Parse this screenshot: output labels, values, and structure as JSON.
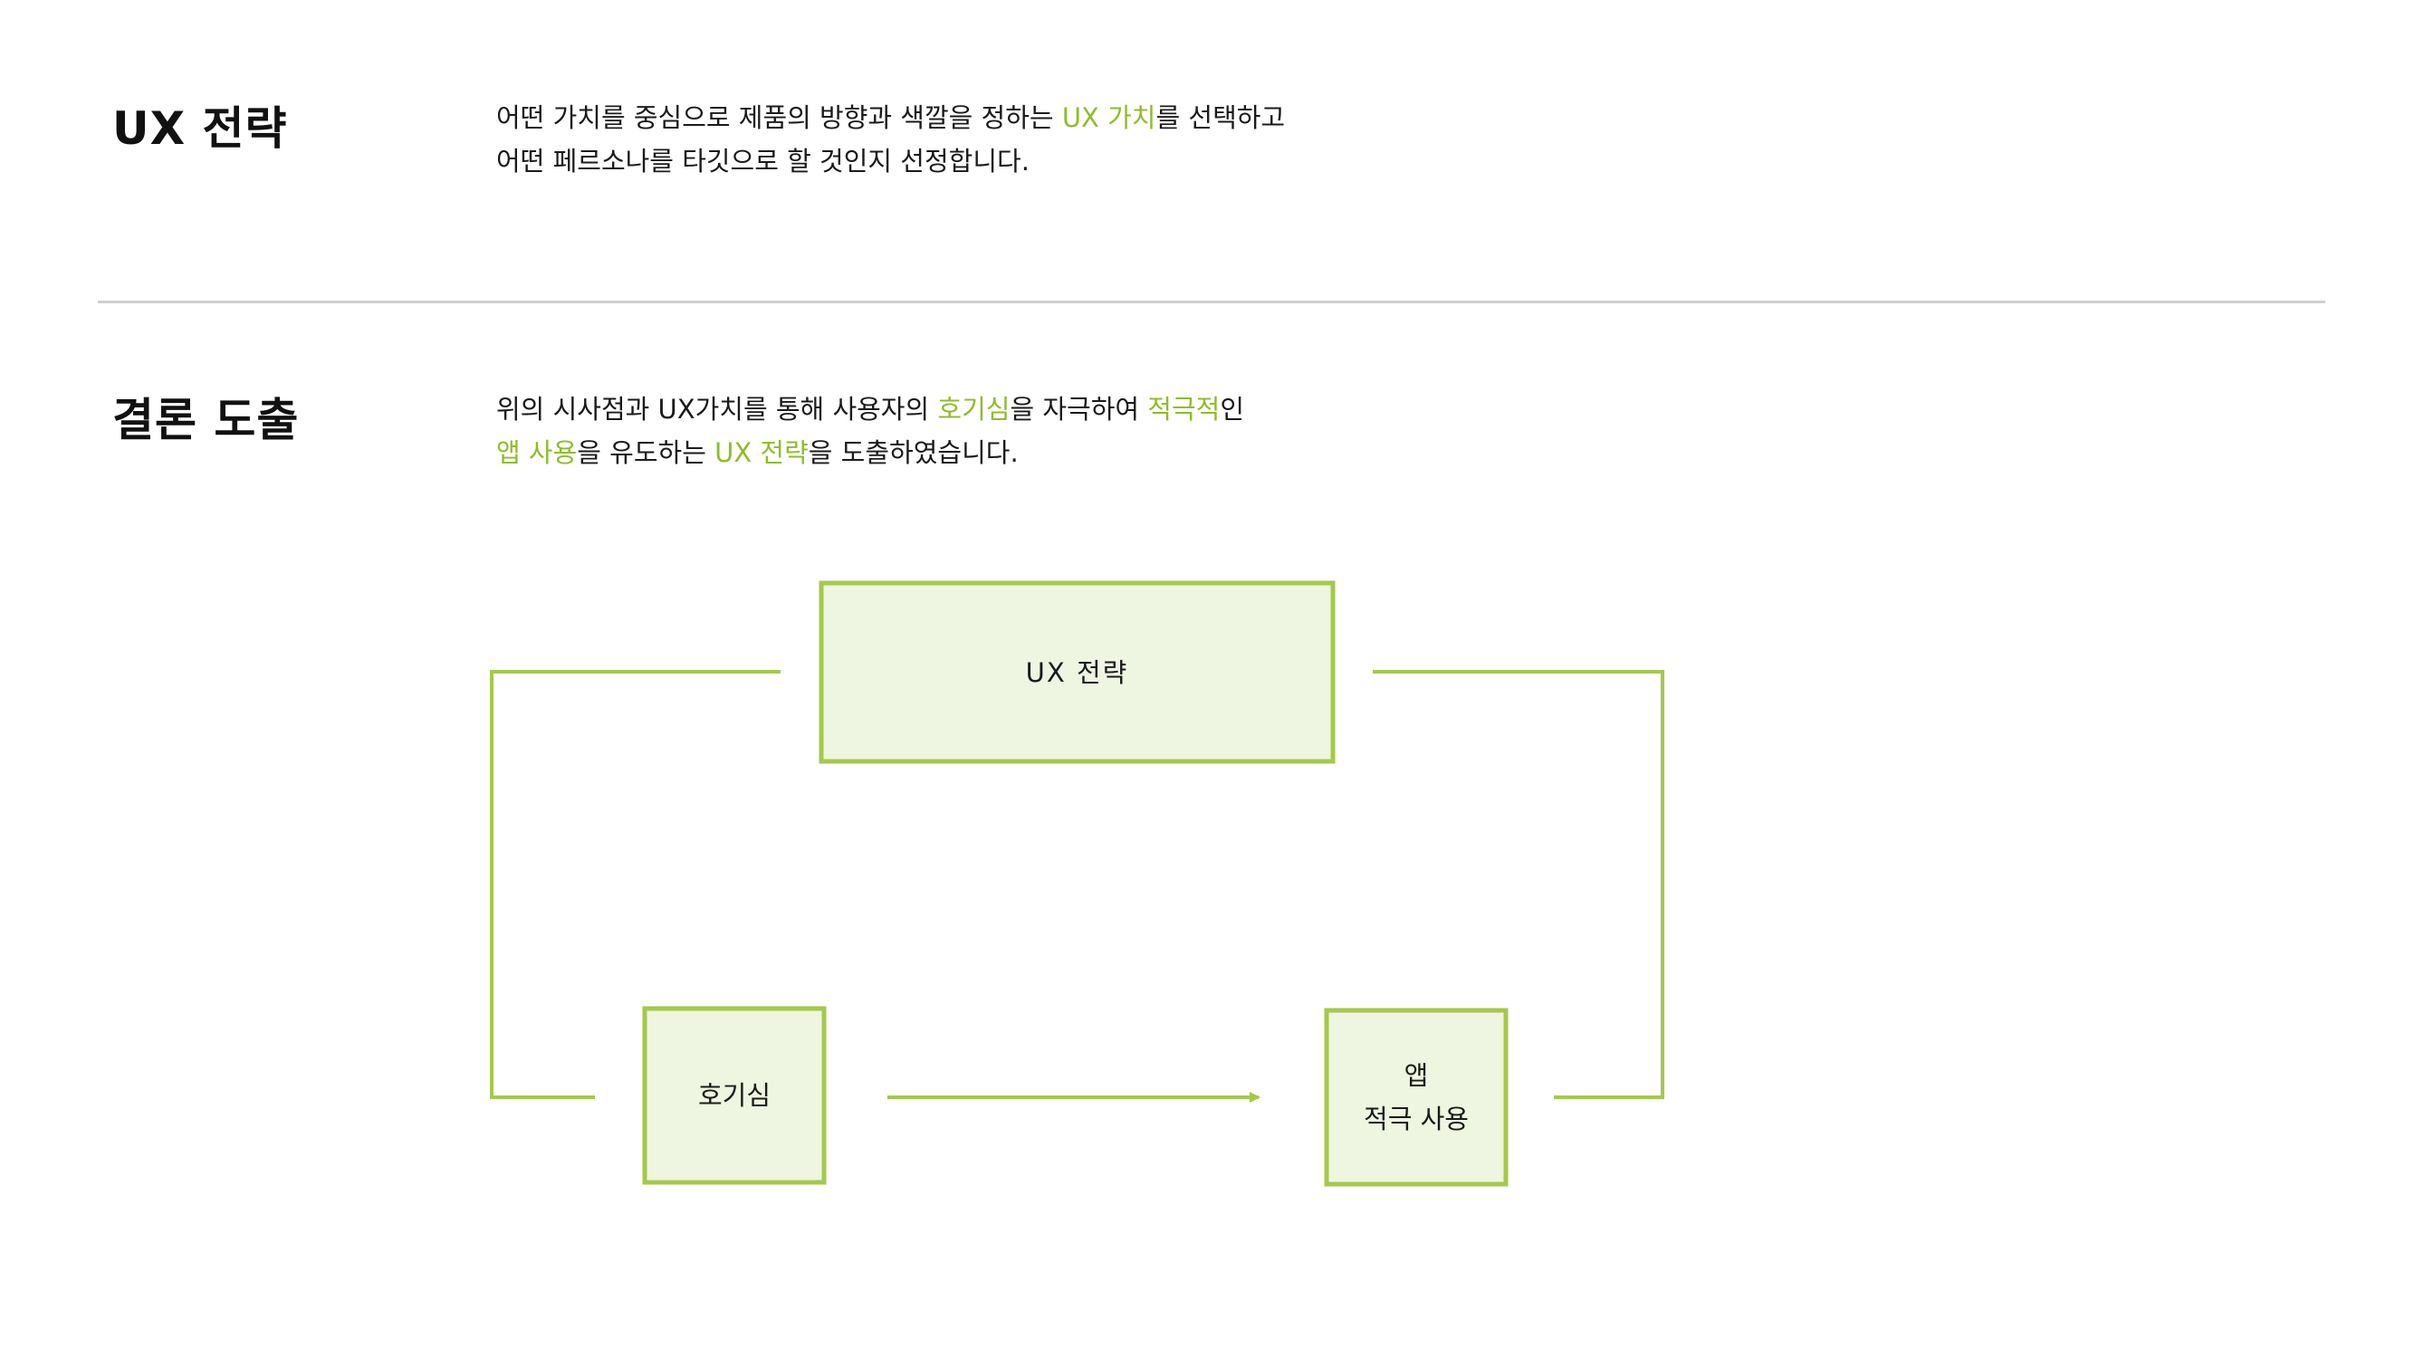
{
  "sections": [
    {
      "title": "UX 전략",
      "lines": [
        [
          {
            "text": "어떤 가치를 중심으로 제품의 방향과 색깔을 정하는 "
          },
          {
            "text": "UX 가치",
            "hl": true
          },
          {
            "text": "를 선택하고"
          }
        ],
        [
          {
            "text": "어떤 페르소나를 타깃으로 할 것인지 선정합니다."
          }
        ]
      ]
    },
    {
      "title": "결론 도출",
      "lines": [
        [
          {
            "text": "위의 시사점과 UX가치를 통해 사용자의 "
          },
          {
            "text": "호기심",
            "hl": true
          },
          {
            "text": "을 자극하여 "
          },
          {
            "text": "적극적",
            "hl": true
          },
          {
            "text": "인"
          }
        ],
        [
          {
            "text": "앱 사용",
            "hl": true
          },
          {
            "text": "을 유도하는 "
          },
          {
            "text": "UX 전략",
            "hl": true
          },
          {
            "text": "을 도출하였습니다."
          }
        ]
      ]
    }
  ],
  "diagram": {
    "nodes": {
      "ux_strategy": {
        "label": "UX 전략"
      },
      "curiosity": {
        "label": "호기심"
      },
      "active_use": {
        "label_line1": "앱",
        "label_line2": "적극 사용"
      }
    }
  },
  "colors": {
    "accent": "#8fbc2b",
    "box_border": "#a4c94a",
    "box_fill": "#eef5e0",
    "connector": "#a4c94a",
    "divider": "#cfcfcf"
  }
}
